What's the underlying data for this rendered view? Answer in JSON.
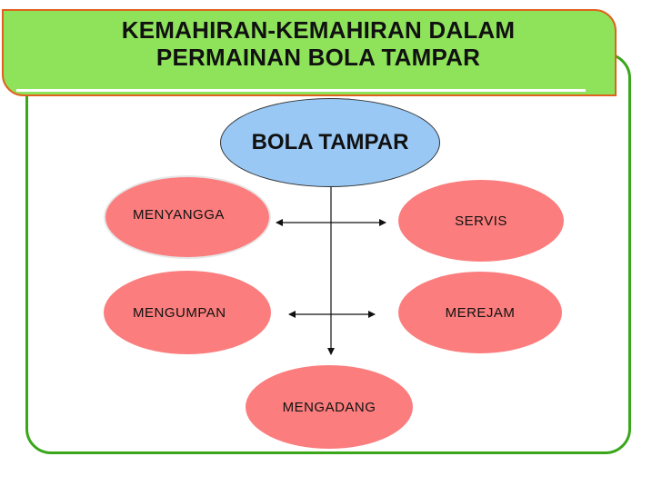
{
  "title": {
    "line1": "KEMAHIRAN-KEMAHIRAN DALAM",
    "line2": "PERMAINAN BOLA TAMPAR"
  },
  "diagram": {
    "center": "BOLA TAMPAR",
    "skills": {
      "menyangga": "MENYANGGA",
      "servis": "SERVIS",
      "mengumpan": "MENGUMPAN",
      "merejam": "MEREJAM",
      "mengadang": "MENGADANG"
    }
  },
  "colors": {
    "banner": "#8ee35a",
    "banner_border": "#e0621e",
    "frame": "#3aa61a",
    "center_node": "#99c8f5",
    "skill_node": "#fb7d7d"
  }
}
